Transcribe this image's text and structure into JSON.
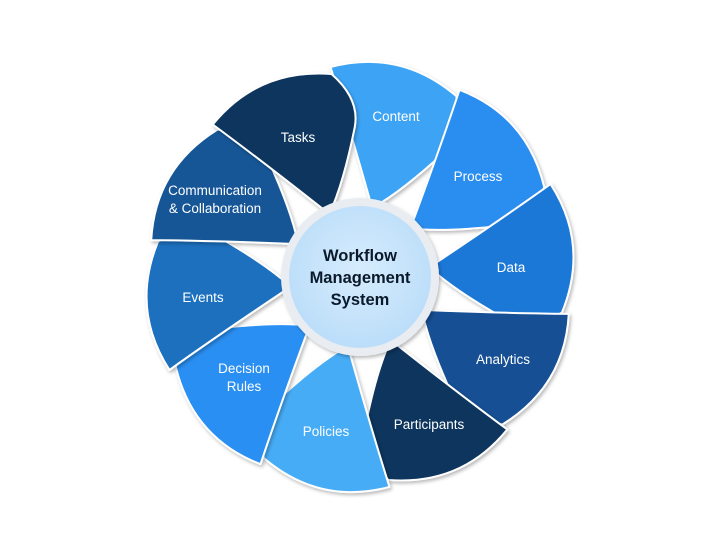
{
  "hub": {
    "lines": [
      "Workflow",
      "Management",
      "System"
    ],
    "color": "#bfe0fb",
    "ring_color": "#e9edf2"
  },
  "petals": [
    {
      "lines": [
        "Content"
      ],
      "color": "#3ea4f5"
    },
    {
      "lines": [
        "Process"
      ],
      "color": "#2c8ef0"
    },
    {
      "lines": [
        "Data"
      ],
      "color": "#1f78d6"
    },
    {
      "lines": [
        "Analytics"
      ],
      "color": "#124f94"
    },
    {
      "lines": [
        "Participants"
      ],
      "color": "#0f355d"
    },
    {
      "lines": [
        "Policies"
      ],
      "color": "#47acf6"
    },
    {
      "lines": [
        "Decision",
        "Rules"
      ],
      "color": "#2a8ff2"
    },
    {
      "lines": [
        "Events"
      ],
      "color": "#1a6fbe"
    },
    {
      "lines": [
        "Communication",
        "& Collaboration"
      ],
      "color": "#135797"
    },
    {
      "lines": [
        "Tasks"
      ],
      "color": "#0f355d"
    }
  ]
}
